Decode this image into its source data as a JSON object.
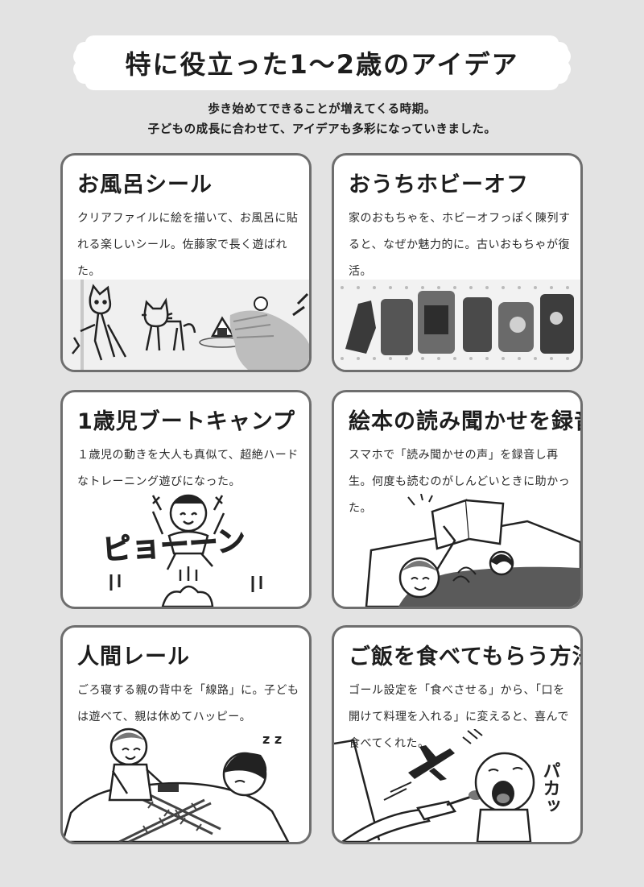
{
  "page": {
    "title": "特に役立った1〜2歳のアイデア",
    "subtitle_lines": [
      "歩き始めてできることが増えてくる時期。",
      "子どもの成長に合わせて、アイデアも多彩になっていきました。"
    ]
  },
  "cards": [
    {
      "title": "お風呂シール",
      "body": "クリアファイルに絵を描いて、お風呂に貼れる楽しいシール。佐藤家で長く遊ばれた。",
      "image": "bath-sticker-photo"
    },
    {
      "title": "おうちホビーオフ",
      "body": "家のおもちゃを、ホビーオフっぽく陳列すると、なぜか魅力的に。古いおもちゃが復活。",
      "image": "toy-display-photo"
    },
    {
      "title": "1歳児ブートキャンプ",
      "body": "１歳児の動きを大人も真似て、超絶ハードなトレーニング遊びになった。",
      "image": "toddler-jump-illustration",
      "art_text": "ピョーーン"
    },
    {
      "title": "絵本の読み聞かせを録音",
      "body": "スマホで「読み聞かせの声」を録音し再生。何度も読むのがしんどいときに助かった。",
      "image": "bedtime-reading-illustration"
    },
    {
      "title": "人間レール",
      "body": "ごろ寝する親の背中を「線路」に。子どもは遊べて、親は休めてハッピー。",
      "image": "human-rail-illustration",
      "art_text": "z z"
    },
    {
      "title": "ご飯を食べてもらう方法",
      "body": "ゴール設定を「食べさせる」から、「口を開けて料理を入れる」に変えると、喜んで食べてくれた。",
      "image": "airplane-spoon-illustration",
      "art_text": "パカッ"
    }
  ]
}
